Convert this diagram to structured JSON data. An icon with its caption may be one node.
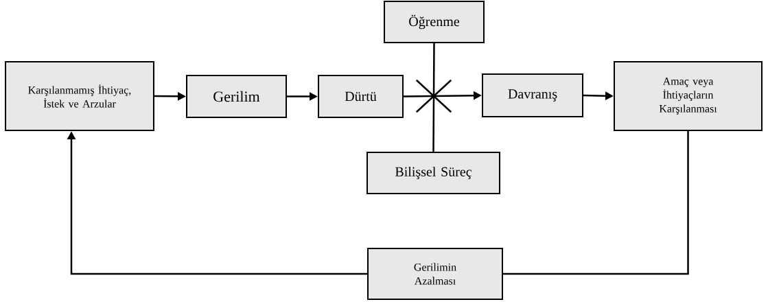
{
  "diagram": {
    "nodes": [
      {
        "text": [
          "Karşılanmamış İhtiyaç, İstek ve Arzular"
        ]
      },
      {
        "text": [
          "Gerilim"
        ]
      },
      {
        "text": [
          "Dürtü"
        ]
      },
      {
        "text": [
          "Öğrenme"
        ]
      },
      {
        "text": [],
        "shape": "cross"
      },
      {
        "text": [
          "Bilişsel Süreç"
        ]
      },
      {
        "text": [
          "Davranış"
        ]
      },
      {
        "text": [
          "Amaç veya İhtiyaçların Karşılanması"
        ]
      },
      {
        "text": [
          "Gerilimin Azalması"
        ]
      }
    ],
    "edges": [
      {
        "from": 0,
        "to": 1,
        "arrow": "to"
      },
      {
        "from": 1,
        "to": 2,
        "arrow": "to"
      },
      {
        "from": 2,
        "to": 4,
        "arrow": "none"
      },
      {
        "from": 3,
        "to": 4,
        "arrow": "none"
      },
      {
        "from": 5,
        "to": 4,
        "arrow": "none"
      },
      {
        "from": 4,
        "to": 6,
        "arrow": "to"
      },
      {
        "from": 6,
        "to": 7,
        "arrow": "to"
      },
      {
        "from": 7,
        "to": 8,
        "arrow": "none"
      },
      {
        "from": 8,
        "to": 0,
        "arrow": "to"
      }
    ]
  }
}
